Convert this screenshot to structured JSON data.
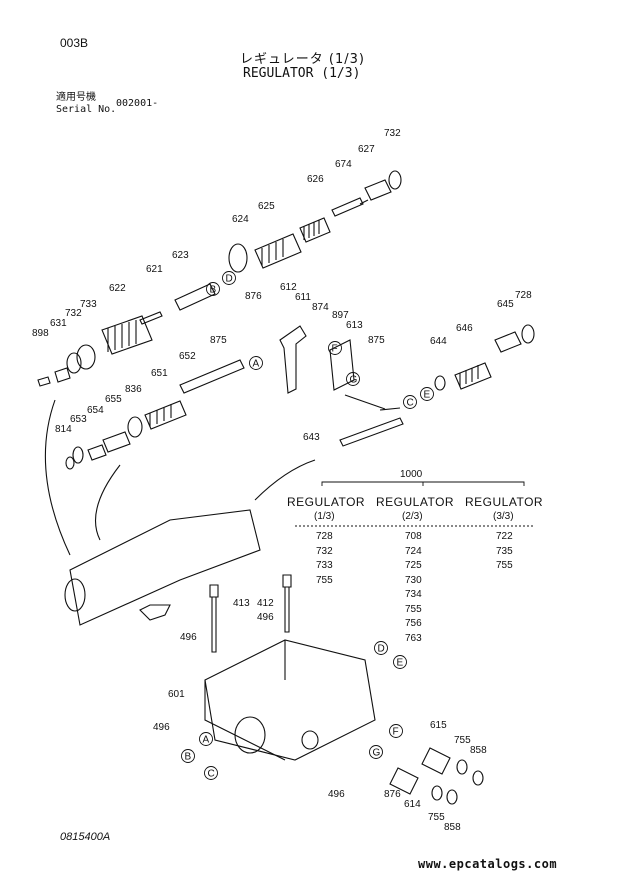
{
  "header": {
    "page_code": "003B",
    "title_jp": "レギュレータ (1/3)",
    "title_en": "REGULATOR (1/3)",
    "serial_jp": "適用号機",
    "serial_en": "Serial No.",
    "serial_value": "002001-"
  },
  "assembly": {
    "number": "1000",
    "columns": [
      {
        "name": "REGULATOR",
        "sub": "(1/3)",
        "parts": [
          "728",
          "732",
          "733",
          "755"
        ]
      },
      {
        "name": "REGULATOR",
        "sub": "(2/3)",
        "parts": [
          "708",
          "724",
          "725",
          "730",
          "734",
          "755",
          "756",
          "763"
        ]
      },
      {
        "name": "REGULATOR",
        "sub": "(3/3)",
        "parts": [
          "722",
          "735",
          "755"
        ]
      }
    ]
  },
  "callouts": [
    "732",
    "627",
    "674",
    "626",
    "625",
    "624",
    "623",
    "621",
    "622",
    "733",
    "732",
    "631",
    "898",
    "876",
    "612",
    "611",
    "874",
    "897",
    "613",
    "875",
    "875",
    "652",
    "651",
    "836",
    "655",
    "654",
    "653",
    "814",
    "646",
    "644",
    "645",
    "728",
    "643",
    "413",
    "412",
    "496",
    "496",
    "496",
    "496",
    "601",
    "615",
    "755",
    "858",
    "876",
    "614",
    "755",
    "858"
  ],
  "ref_letters": [
    "A",
    "B",
    "C",
    "D",
    "E",
    "F",
    "G"
  ],
  "footer": {
    "drawing_code": "0815400A",
    "url": "www.epcatalogs.com"
  }
}
